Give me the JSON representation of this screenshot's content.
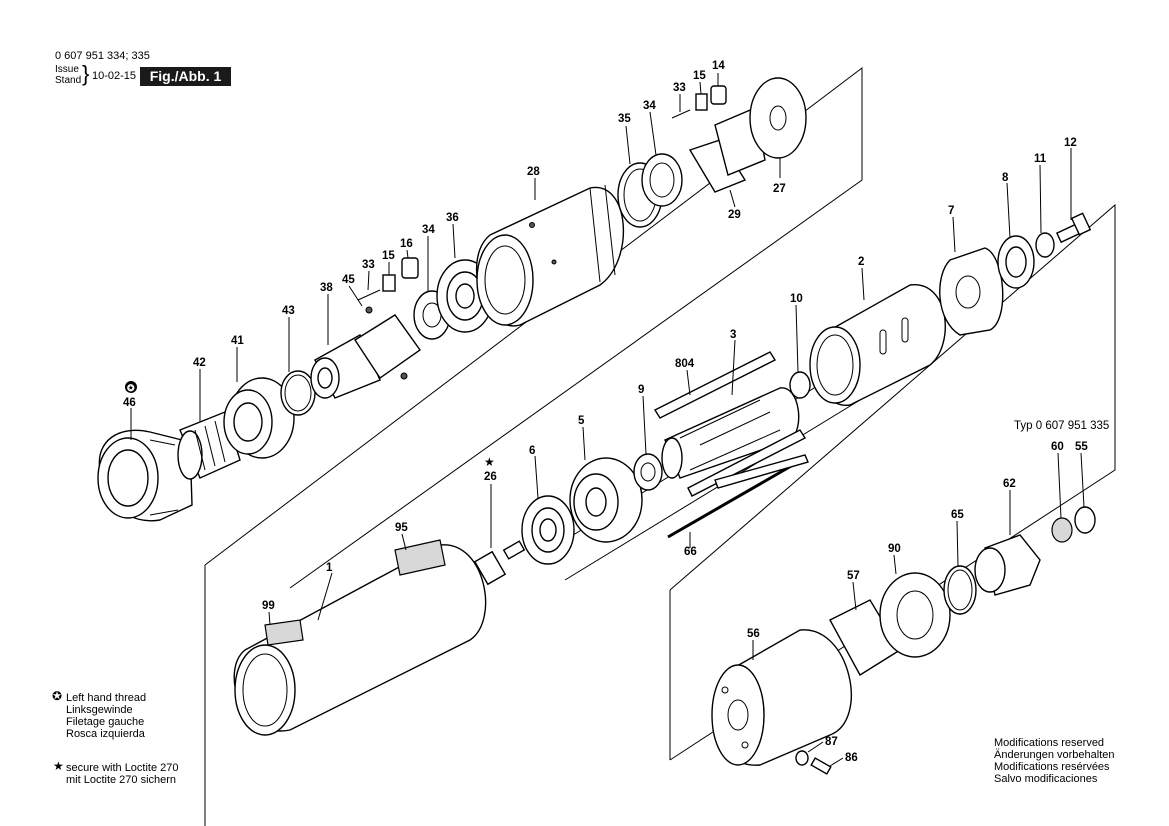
{
  "header": {
    "part_numbers": "0 607 951 334; 335",
    "issue_label": "Issue",
    "stand_label": "Stand",
    "date": "10-02-15",
    "figure_label": "Fig./Abb. 1"
  },
  "type_label": "Typ 0 607 951 335",
  "legend": {
    "left_hand_thread": [
      "Left hand thread",
      "Linksgewinde",
      "Filetage gauche",
      "Rosca izquierda"
    ],
    "loctite": [
      "secure with Loctite 270",
      "mit Loctite 270 sichern"
    ]
  },
  "modifications": [
    "Modifications reserved",
    "Änderungen vorbehalten",
    "Modifications resérvées",
    "Salvo modificaciones"
  ],
  "part_labels": [
    "14",
    "15",
    "33",
    "34",
    "35",
    "27",
    "29",
    "28",
    "36",
    "16",
    "15",
    "33",
    "34",
    "45",
    "38",
    "43",
    "41",
    "42",
    "46",
    "12",
    "11",
    "8",
    "7",
    "2",
    "10",
    "3",
    "804",
    "9",
    "5",
    "6",
    "26",
    "66",
    "1",
    "95",
    "99",
    "60",
    "55",
    "62",
    "65",
    "90",
    "57",
    "56",
    "87",
    "86"
  ]
}
